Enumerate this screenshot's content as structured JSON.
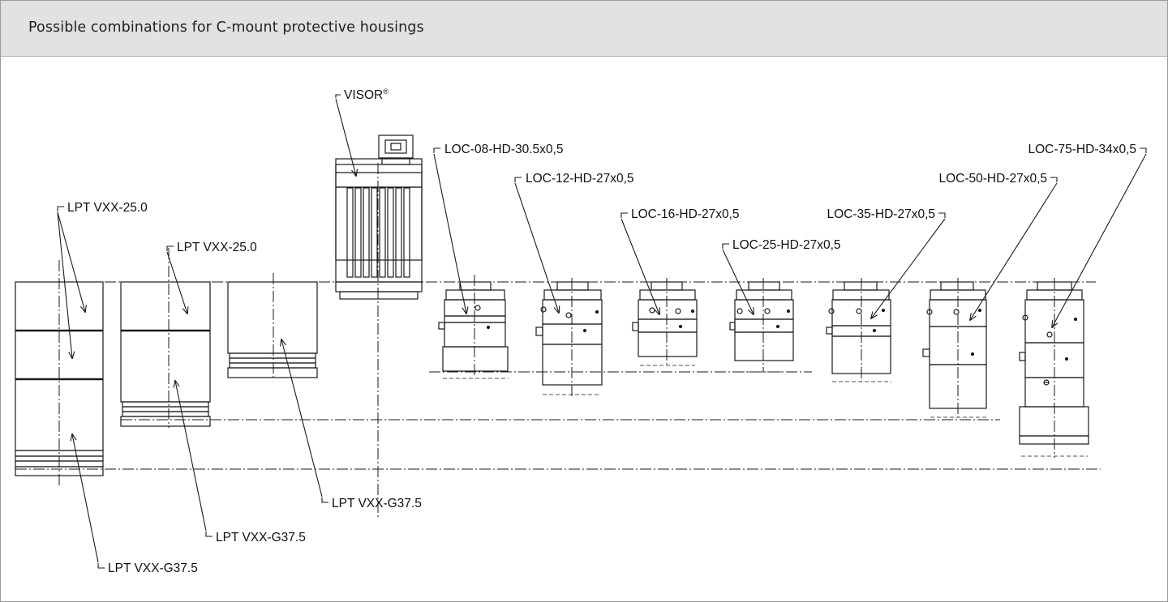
{
  "header": {
    "title": "Possible combinations for C-mount protective housings"
  },
  "labels": {
    "visor": "VISOR",
    "visor_mark": "®",
    "lpt_a_top": "LPT VXX-25.0",
    "lpt_b_top": "LPT VXX-25.0",
    "lpt_a_bottom": "LPT VXX-G37.5",
    "lpt_b_bottom": "LPT VXX-G37.5",
    "lpt_c_bottom": "LPT VXX-G37.5",
    "loc_08": "LOC-08-HD-30.5x0,5",
    "loc_12": "LOC-12-HD-27x0,5",
    "loc_16": "LOC-16-HD-27x0,5",
    "loc_25": "LOC-25-HD-27x0,5",
    "loc_35": "LOC-35-HD-27x0,5",
    "loc_50": "LOC-50-HD-27x0,5",
    "loc_75": "LOC-75-HD-34x0,5"
  },
  "colors": {
    "line": "#1a1a1a",
    "header_bg": "#e2e2e2",
    "panel_border": "#9a9a9a"
  }
}
